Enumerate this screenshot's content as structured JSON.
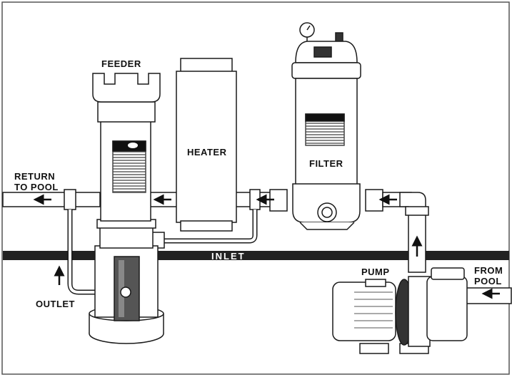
{
  "labels": {
    "feeder": "FEEDER",
    "heater": "HEATER",
    "filter": "FILTER",
    "return_line1": "RETURN",
    "return_line2": "TO POOL",
    "inlet": "INLET",
    "outlet": "OUTLET",
    "pump": "PUMP",
    "from_pool_line1": "FROM",
    "from_pool_line2": "POOL"
  },
  "colors": {
    "stroke": "#1a1a1a",
    "ground_band": "#222222",
    "paper": "#ffffff",
    "shade": "#bdbdbd"
  },
  "icons": [
    "flow-arrow-left",
    "flow-arrow-up",
    "pressure-gauge-icon"
  ]
}
